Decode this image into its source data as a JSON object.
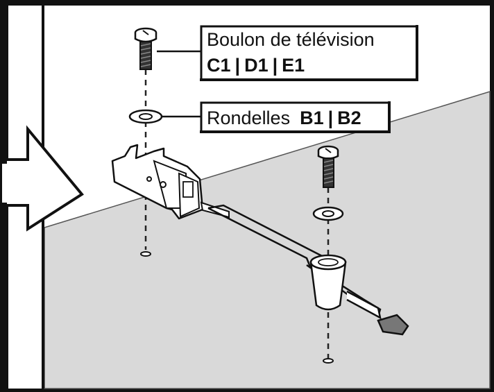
{
  "labels": {
    "bolt": {
      "title": "Boulon de télévision",
      "code_c": "C1",
      "sep1": "|",
      "code_d": "D1",
      "sep2": "|",
      "code_e": "E1"
    },
    "washer": {
      "title": "Rondelles",
      "code_b1": "B1",
      "sep": "|",
      "code_b2": "B2"
    }
  },
  "colors": {
    "frame": "#111111",
    "surface": "#d9d9d9",
    "background": "#ffffff",
    "line": "#222222"
  }
}
